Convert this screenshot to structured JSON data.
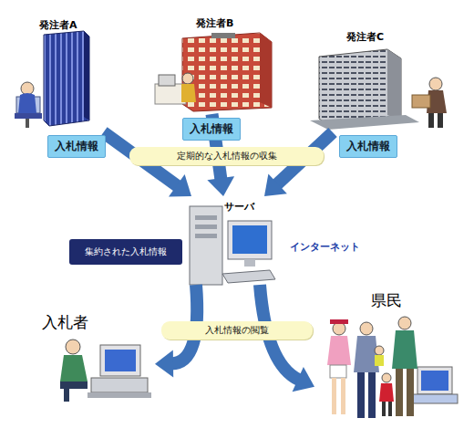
{
  "diagram": {
    "nodes": [
      {
        "text": [
          "発注者A"
        ]
      },
      {
        "text": [
          "発注者B"
        ]
      },
      {
        "text": [
          "発注者C"
        ]
      },
      {
        "text": [
          "定期的な入札情報の収集"
        ]
      },
      {
        "text": [
          "サーバ"
        ]
      },
      {
        "text": [
          "集約された入札情報"
        ]
      },
      {
        "text": [
          "入札者"
        ]
      },
      {
        "text": [
          "入札情報の閲覧"
        ]
      },
      {
        "text": [
          "県民"
        ]
      }
    ],
    "edges": [
      {
        "from": 0,
        "to": 4,
        "label": "入札情報",
        "arrow": "to"
      },
      {
        "from": 1,
        "to": 4,
        "label": "入札情報",
        "arrow": "to"
      },
      {
        "from": 2,
        "to": 4,
        "label": "入札情報",
        "arrow": "to"
      },
      {
        "from": 4,
        "to": 6,
        "arrow": "to"
      },
      {
        "from": 4,
        "to": 8,
        "arrow": "to"
      }
    ],
    "labels": [
      "インターネット"
    ]
  }
}
